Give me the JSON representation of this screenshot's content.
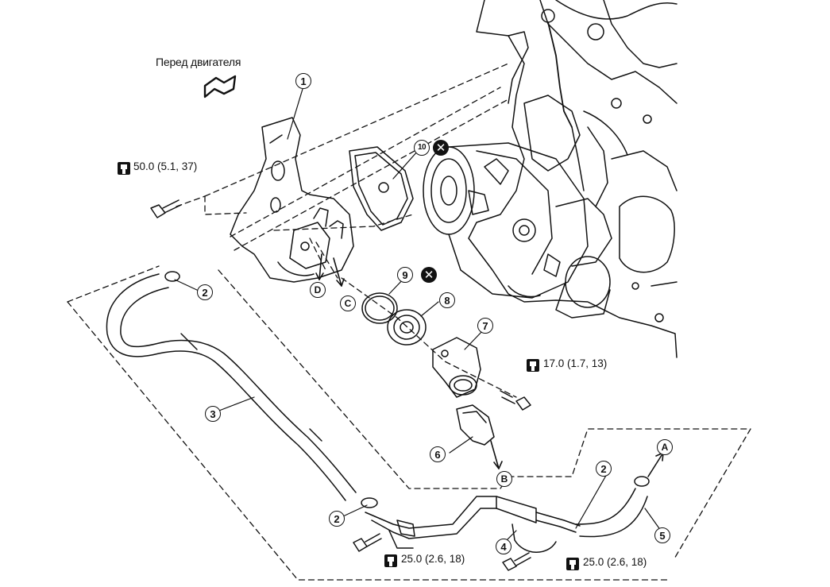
{
  "front_label": "Перед двигателя",
  "torque_specs": [
    {
      "id": "t1",
      "value": "50.0 (5.1, 37)"
    },
    {
      "id": "t2",
      "value": "17.0 (1.7, 13)"
    },
    {
      "id": "t3",
      "value": "25.0 (2.6, 18)"
    },
    {
      "id": "t4",
      "value": "25.0 (2.6, 18)"
    }
  ],
  "callouts": [
    {
      "id": "c1",
      "label": "1"
    },
    {
      "id": "c2a",
      "label": "2"
    },
    {
      "id": "c2b",
      "label": "2"
    },
    {
      "id": "c2c",
      "label": "2"
    },
    {
      "id": "c3",
      "label": "3"
    },
    {
      "id": "c4",
      "label": "4"
    },
    {
      "id": "c5",
      "label": "5"
    },
    {
      "id": "c6",
      "label": "6"
    },
    {
      "id": "c7",
      "label": "7"
    },
    {
      "id": "c8",
      "label": "8"
    },
    {
      "id": "c9",
      "label": "9"
    },
    {
      "id": "c10",
      "label": "10"
    }
  ],
  "refs": [
    {
      "id": "rA",
      "label": "A"
    },
    {
      "id": "rB",
      "label": "B"
    },
    {
      "id": "rC",
      "label": "C"
    },
    {
      "id": "rD",
      "label": "D"
    }
  ],
  "no_reuse_mark": "✕",
  "colors": {
    "line": "#111111",
    "background": "#ffffff"
  }
}
